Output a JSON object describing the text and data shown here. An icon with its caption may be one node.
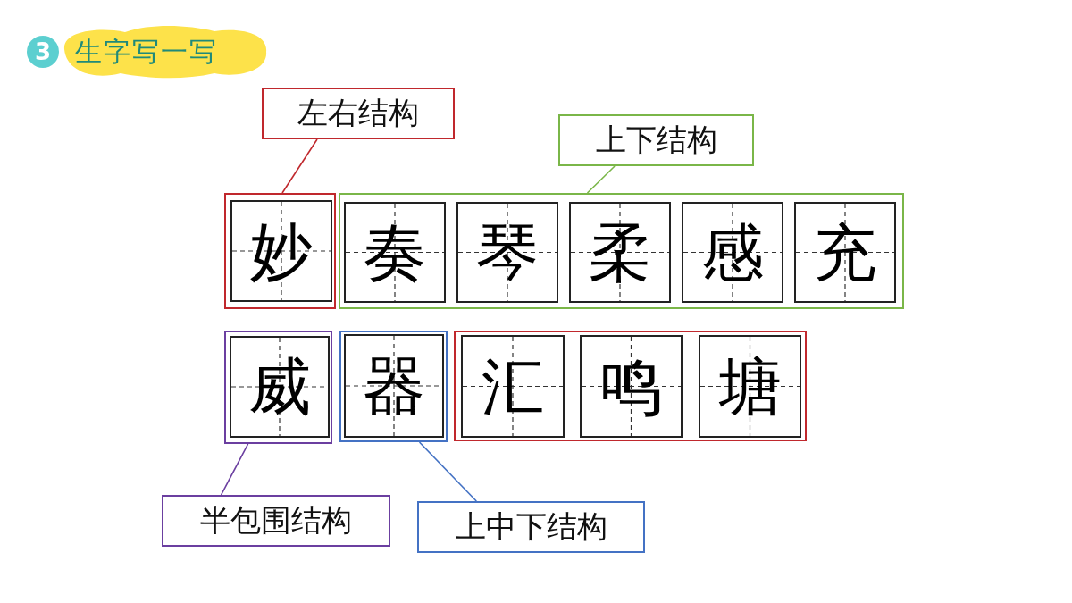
{
  "diagram": {
    "title": "生字写一写",
    "nodes": [
      {
        "text": [
          "左右结构"
        ]
      },
      {
        "text": [
          "上下结构"
        ]
      },
      {
        "text": [],
        "shape": "box"
      },
      {
        "text": [
          "妙"
        ],
        "in": 2
      },
      {
        "text": [],
        "shape": "box"
      },
      {
        "text": [
          "奏"
        ],
        "in": 4
      },
      {
        "text": [
          "琴"
        ],
        "in": 4
      },
      {
        "text": [
          "柔"
        ],
        "in": 4
      },
      {
        "text": [
          "感"
        ],
        "in": 4
      },
      {
        "text": [
          "充"
        ],
        "in": 4
      },
      {
        "text": [],
        "shape": "box"
      },
      {
        "text": [
          "威"
        ],
        "in": 10
      },
      {
        "text": [],
        "shape": "box"
      },
      {
        "text": [
          "器"
        ],
        "in": 12
      },
      {
        "text": [],
        "shape": "box"
      },
      {
        "text": [
          "汇"
        ],
        "in": 14
      },
      {
        "text": [
          "鸣"
        ],
        "in": 14
      },
      {
        "text": [
          "塘"
        ],
        "in": 14
      },
      {
        "text": [
          "半包围结构"
        ]
      },
      {
        "text": [
          "上中下结构"
        ]
      }
    ],
    "edges": [
      {
        "from": 0,
        "to": 2,
        "arrow": "none",
        "color": "#c0282d"
      },
      {
        "from": 1,
        "to": 4,
        "arrow": "none",
        "color": "#7ab648"
      },
      {
        "from": 18,
        "to": 10,
        "arrow": "none",
        "color": "#6b3fa0"
      },
      {
        "from": 19,
        "to": 12,
        "arrow": "none",
        "color": "#4472c4"
      }
    ],
    "labels": [
      "3"
    ]
  }
}
